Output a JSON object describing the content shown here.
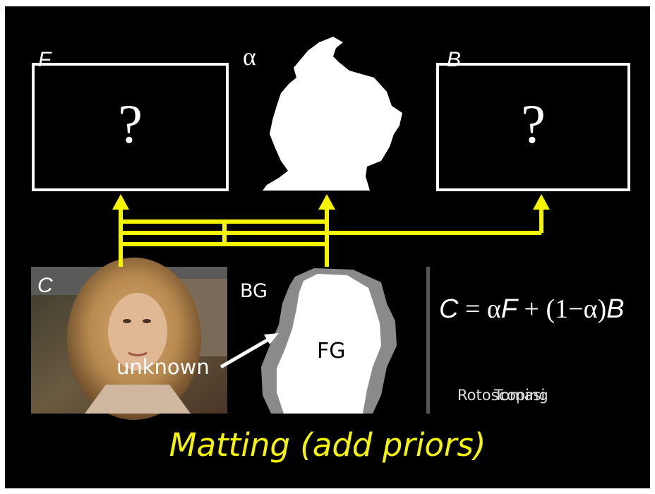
{
  "slide": {
    "title": "Matting (add priors)",
    "colors": {
      "background": "#000000",
      "accent": "#f5f500",
      "unknown_region": "#8a8a8a",
      "foreground": "#ffffff"
    }
  },
  "panels": {
    "foreground": {
      "label": "F",
      "placeholder": "?"
    },
    "alpha": {
      "label": "α"
    },
    "background": {
      "label": "B",
      "placeholder": "?"
    },
    "composite": {
      "label": "C"
    },
    "trimap": {
      "bg_label": "BG",
      "fg_label": "FG",
      "unknown_label": "unknown"
    }
  },
  "equation": {
    "lhs": "C",
    "eq": "=",
    "alpha": "α",
    "f": "F",
    "plus": "+",
    "paren_open": "(1",
    "minus": "−",
    "alpha2": "α",
    "paren_close": ")",
    "b": "B"
  },
  "credits": {
    "first": "Rotoscoping",
    "second": "Tomasi"
  }
}
